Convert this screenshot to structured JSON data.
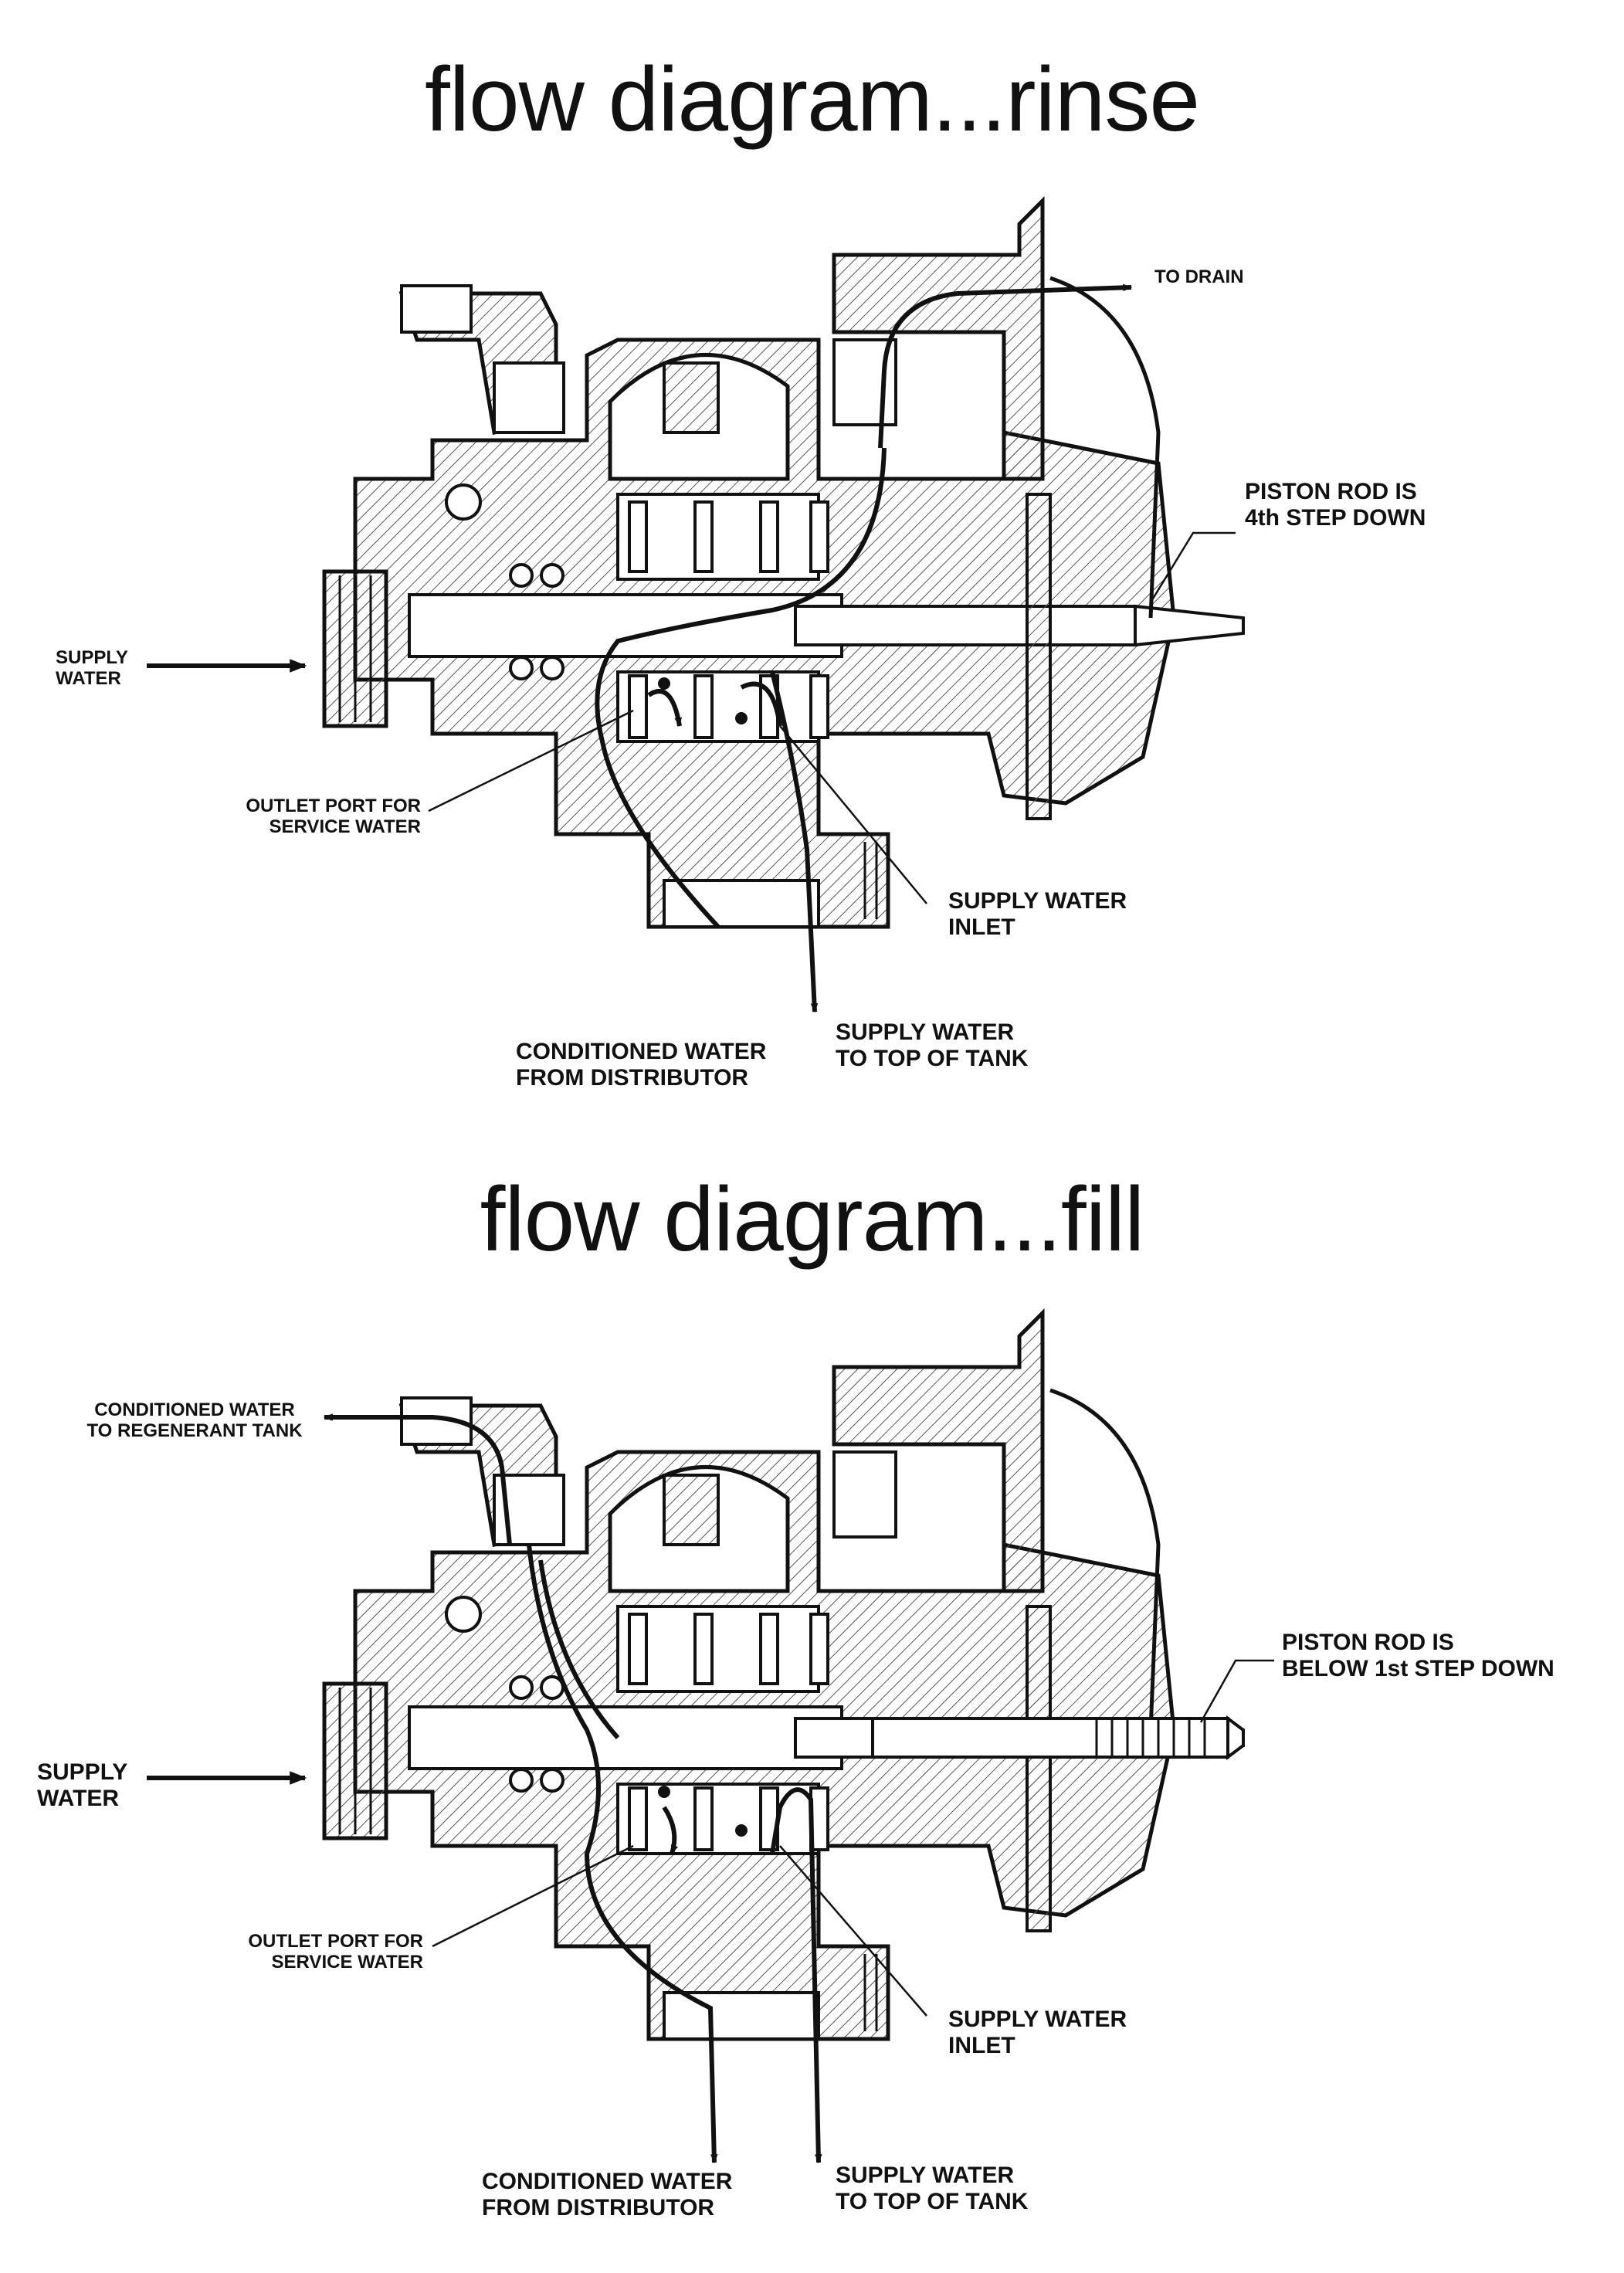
{
  "diagrams": [
    {
      "title": "flow diagram...rinse",
      "labels": {
        "to_drain": "TO DRAIN",
        "piston_line1": "PISTON ROD IS",
        "piston_line2": "4th STEP DOWN",
        "supply_line1": "SUPPLY",
        "supply_line2": "WATER",
        "outlet_line1": "OUTLET PORT FOR",
        "outlet_line2": "SERVICE WATER",
        "inlet_line1": "SUPPLY WATER",
        "inlet_line2": "INLET",
        "conditioned_line1": "CONDITIONED WATER",
        "conditioned_line2": "FROM DISTRIBUTOR",
        "top_tank_line1": "SUPPLY WATER",
        "top_tank_line2": "TO TOP OF TANK"
      }
    },
    {
      "title": "flow diagram...fill",
      "labels": {
        "regen_line1": "CONDITIONED WATER",
        "regen_line2": "TO REGENERANT TANK",
        "piston_line1": "PISTON ROD IS",
        "piston_line2": "BELOW 1st STEP DOWN",
        "supply_line1": "SUPPLY",
        "supply_line2": "WATER",
        "outlet_line1": "OUTLET PORT FOR",
        "outlet_line2": "SERVICE WATER",
        "inlet_line1": "SUPPLY WATER",
        "inlet_line2": "INLET",
        "conditioned_line1": "CONDITIONED WATER",
        "conditioned_line2": "FROM DISTRIBUTOR",
        "top_tank_line1": "SUPPLY WATER",
        "top_tank_line2": "TO TOP OF TANK"
      }
    }
  ],
  "colors": {
    "ink": "#111111",
    "background": "#ffffff",
    "hatch": "#555555"
  }
}
